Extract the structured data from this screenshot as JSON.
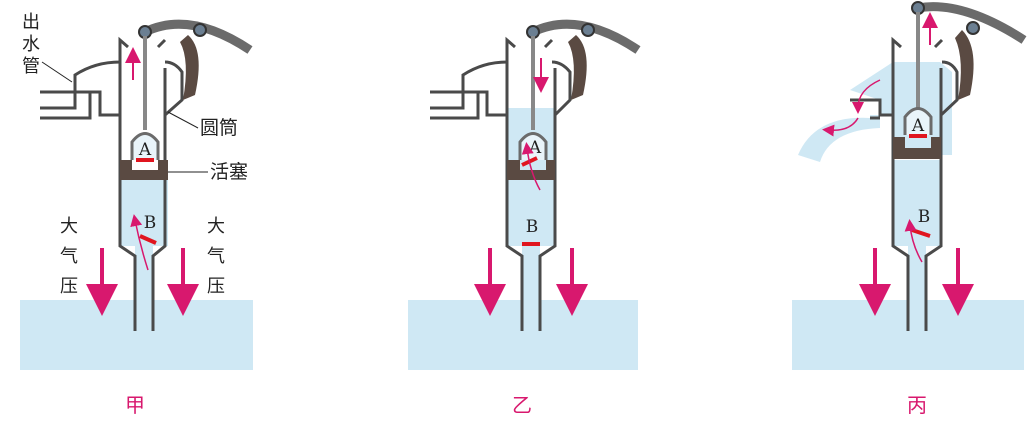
{
  "colors": {
    "water": "#cfe8f4",
    "pipe": "#4a4a4a",
    "piston": "#5a4a42",
    "valve": "#e0151f",
    "arrow": "#d8186e",
    "handle": "#6b6b6b"
  },
  "labels": {
    "outlet_pipe": "出\n水\n管",
    "cylinder": "圆筒",
    "piston": "活塞",
    "air_pressure_left": "大\n气\n压",
    "air_pressure_right": "大\n气\n压"
  },
  "valves": {
    "a": "A",
    "b": "B"
  },
  "panels": [
    {
      "caption": "甲",
      "piston_motion": "up",
      "valve_a": "A",
      "valve_b": "B"
    },
    {
      "caption": "乙",
      "piston_motion": "down",
      "valve_a": "A",
      "valve_b": "B"
    },
    {
      "caption": "丙",
      "piston_motion": "up",
      "valve_a": "A",
      "valve_b": "B"
    }
  ]
}
